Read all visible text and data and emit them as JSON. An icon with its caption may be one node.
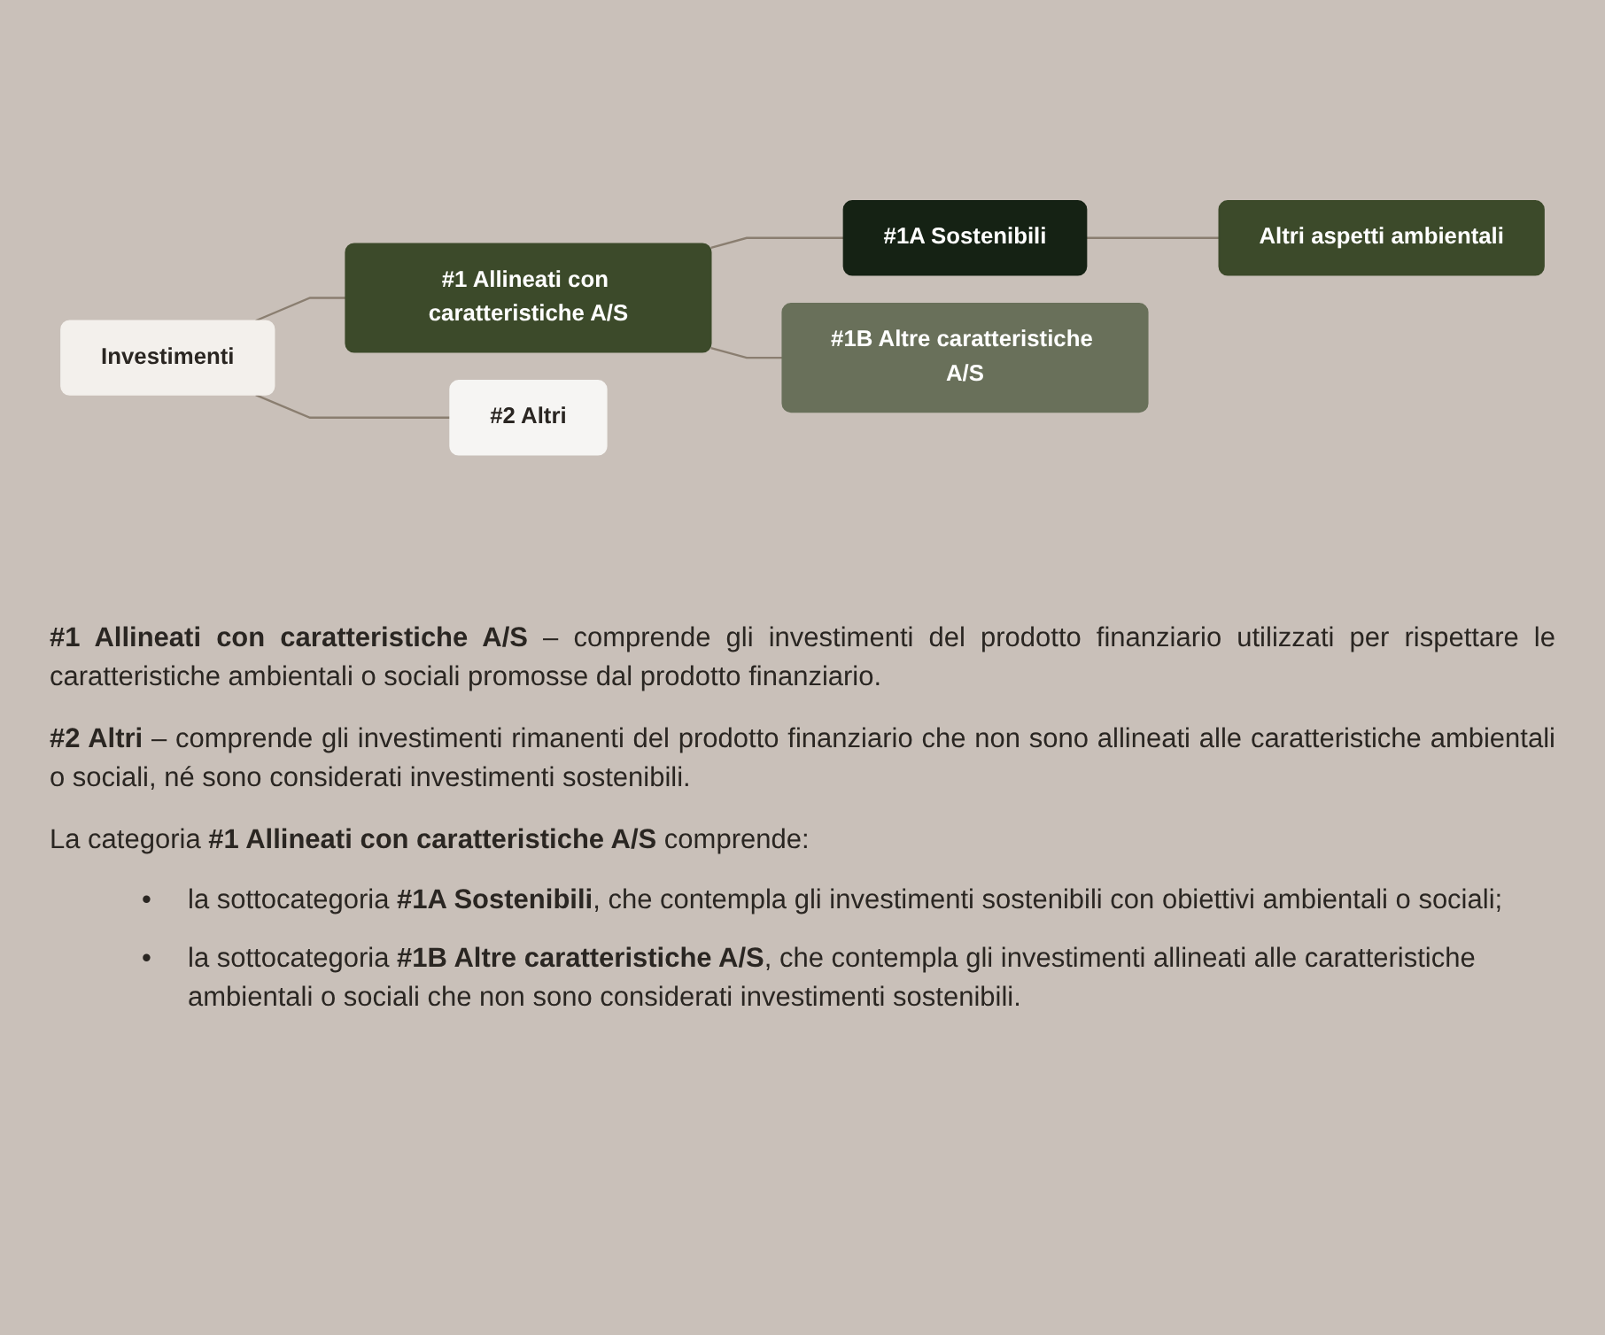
{
  "diagram": {
    "nodes": [
      {
        "text": [
          "Investimenti"
        ]
      },
      {
        "text": [
          "#1 Allineati con caratteristiche A/S"
        ]
      },
      {
        "text": [
          "#2 Altri"
        ]
      },
      {
        "text": [
          "#1A Sostenibili"
        ]
      },
      {
        "text": [
          "#1B Altre caratteristiche A/S"
        ]
      },
      {
        "text": [
          "Altri aspetti ambientali"
        ]
      }
    ],
    "edges": [
      {
        "from": 0,
        "to": 1,
        "arrow": "none"
      },
      {
        "from": 0,
        "to": 2,
        "arrow": "none"
      },
      {
        "from": 1,
        "to": 3,
        "arrow": "none"
      },
      {
        "from": 1,
        "to": 4,
        "arrow": "none"
      },
      {
        "from": 3,
        "to": 5,
        "arrow": "none"
      }
    ],
    "labels": [
      "**#1 Allineati con caratteristiche A/S** – comprende gli investimenti del prodotto finanziario utilizzati per rispettare le caratteristiche ambientali o sociali promosse dal prodotto finanziario.",
      "**#2 Altri** – comprende gli investimenti rimanenti del prodotto finanziario che non sono allineati alle caratteristiche ambientali o sociali, né sono considerati investimenti sostenibili.",
      "La categoria **#1 Allineati con caratteristiche A/S** comprende:",
      "•",
      "la sottocategoria **#1A Sostenibili**, che contempla gli investimenti sostenibili con obiettivi ambientali o sociali;",
      "•",
      "la sottocategoria **#1B Altre caratteristiche A/S**, che contempla gli investimenti allineati alle caratteristiche ambientali o sociali che non sono considerati investimenti sostenibili."
    ]
  }
}
